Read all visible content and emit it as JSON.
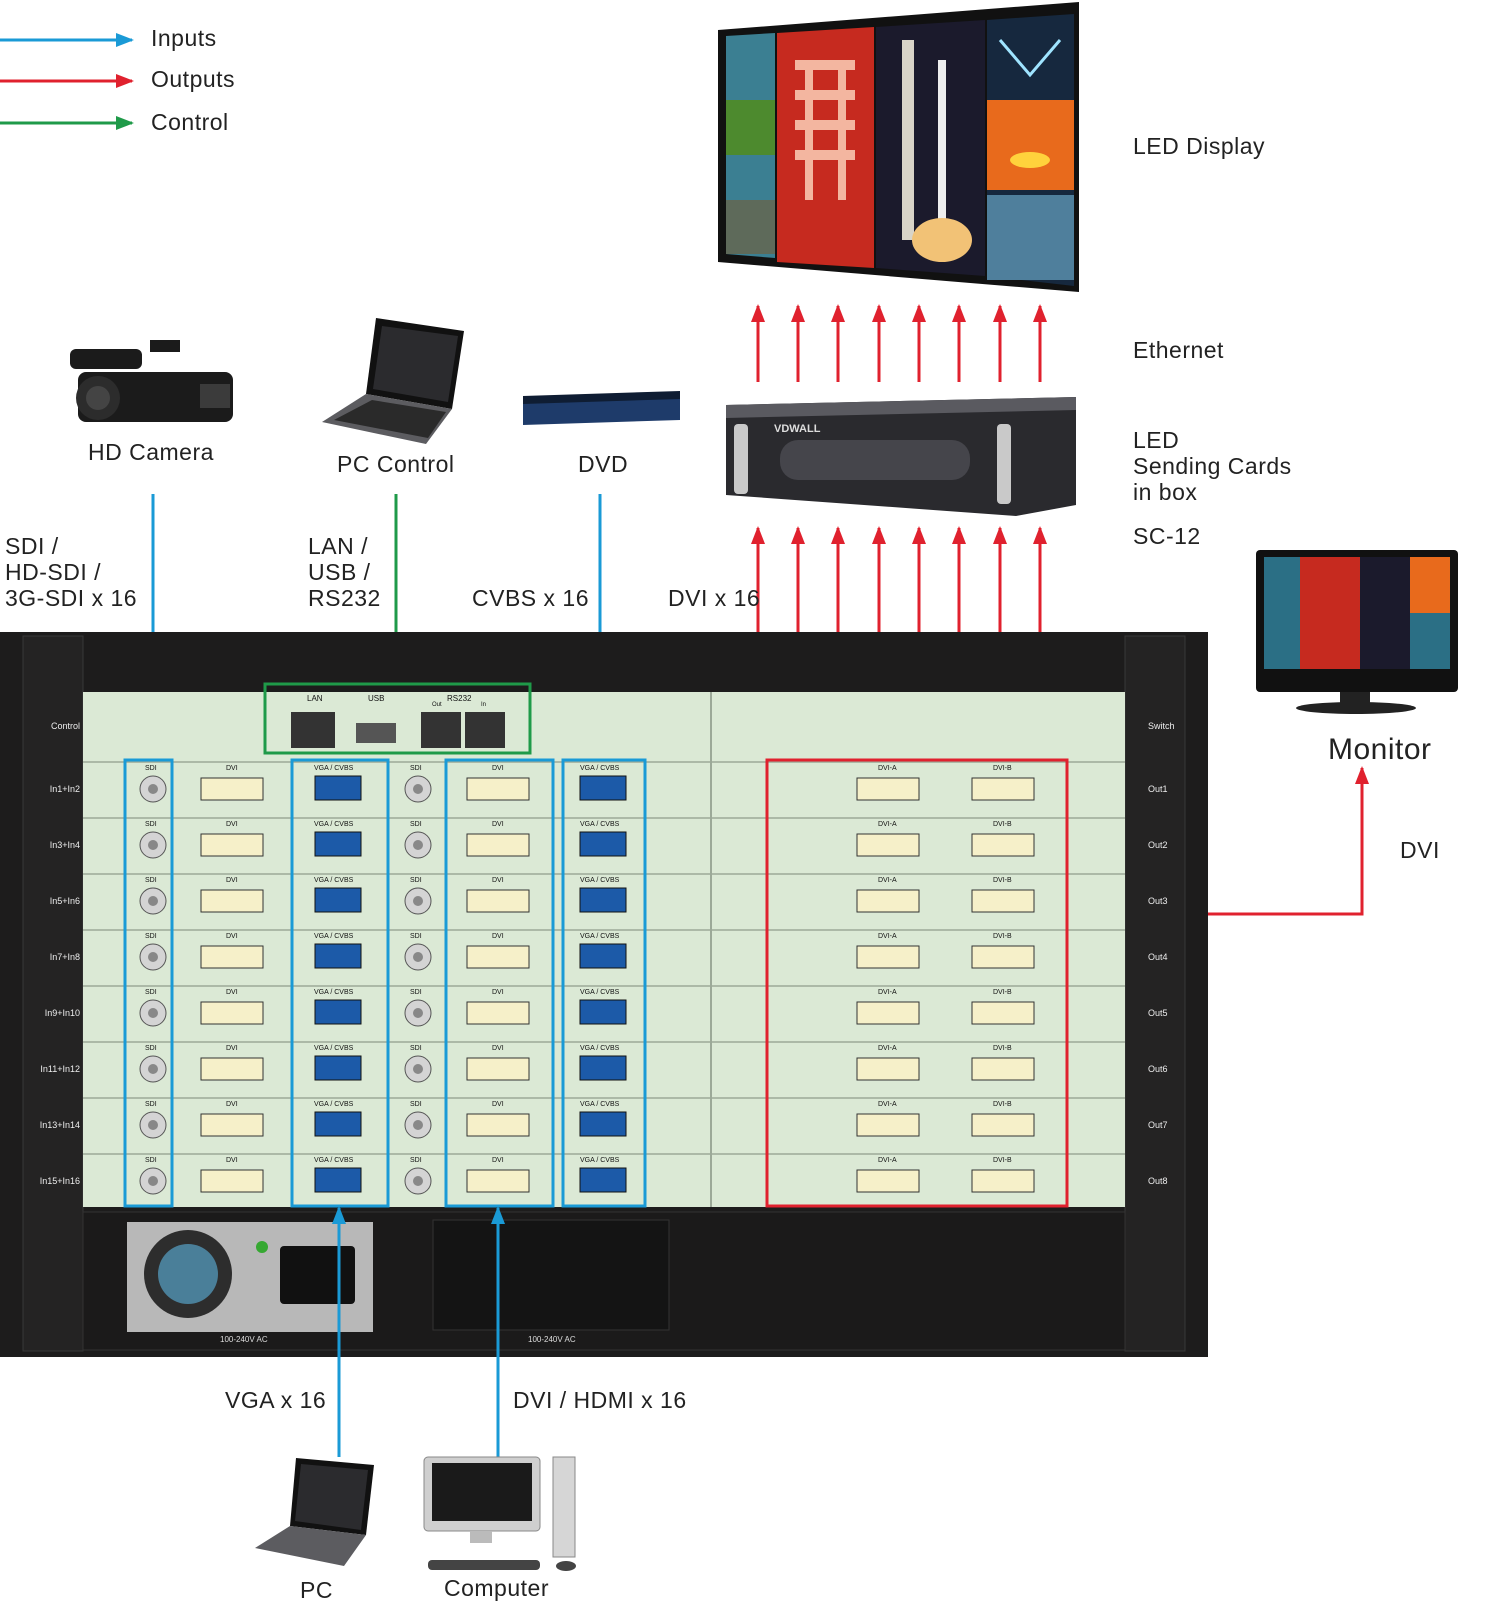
{
  "legend": {
    "inputs": "Inputs",
    "outputs": "Outputs",
    "control": "Control",
    "colors": {
      "inputs": "#1a9ad6",
      "outputs": "#e0212e",
      "control": "#1f9a49"
    }
  },
  "devices": {
    "led_display": "LED Display",
    "ethernet": "Ethernet",
    "sending_box": "LED\nSending Cards\nin box",
    "sending_model": "SC-12",
    "hd_camera": "HD Camera",
    "pc_control": "PC Control",
    "dvd": "DVD",
    "monitor": "Monitor",
    "pc": "PC",
    "computer": "Computer",
    "box_brand": "VDWALL"
  },
  "signals": {
    "sdi": "SDI /\nHD-SDI /\n3G-SDI x 16",
    "control": "LAN /\nUSB /\nRS232",
    "cvbs": "CVBS x 16",
    "dvi_out": "DVI x 16",
    "monitor_dvi": "DVI",
    "vga": "VGA x 16",
    "dvi_hdmi": "DVI / HDMI x 16"
  },
  "chassis": {
    "left_labels": [
      "Control",
      "In1+In2",
      "In3+In4",
      "In5+In6",
      "In7+In8",
      "In9+In10",
      "In11+In12",
      "In13+In14",
      "In15+In16"
    ],
    "right_labels": [
      "Switch",
      "Out1",
      "Out2",
      "Out3",
      "Out4",
      "Out5",
      "Out6",
      "Out7",
      "Out8"
    ],
    "port_sdi": "SDI",
    "port_dvi": "DVI",
    "port_vga": "VGA / CVBS",
    "port_dvia": "DVI-A",
    "port_dvib": "DVI-B",
    "ctrl_lan": "LAN",
    "ctrl_usb": "USB",
    "ctrl_rs232": "RS232",
    "ctrl_out": "Out",
    "ctrl_in": "In",
    "power_label": "100-240V  AC"
  }
}
